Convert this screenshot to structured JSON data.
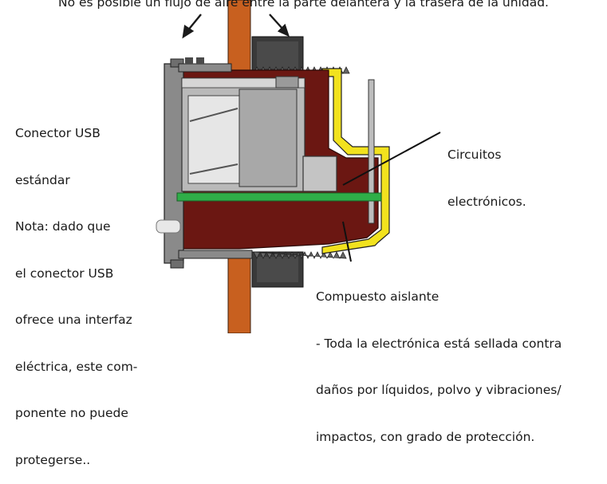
{
  "annotations": {
    "top_note": "No es posible un flujo de aire entre la parte delantera y la trasera de la unidad.",
    "usb_connector": {
      "lines": [
        "Conector USB",
        "estándar",
        "Nota: dado que",
        "el conector USB",
        "ofrece una interfaz",
        "eléctrica, este com-",
        "ponente no puede",
        "protegerse.."
      ]
    },
    "circuits": {
      "lines": [
        "Circuitos",
        "electrónicos."
      ]
    },
    "compound": {
      "lines": [
        "Compuesto aislante",
        "- Toda la electrónica está sellada contra",
        "daños por líquidos, polvo y vibraciones/",
        "impactos, con grado de protección."
      ]
    }
  },
  "colors": {
    "potting": "#6b1712",
    "housing_gray": "#8a8a8a",
    "housing_dark": "#4a4a4a",
    "usb_metal": "#b9b9b9",
    "pcb": "#2fae48",
    "gasket_yellow": "#f2e21e",
    "panel_orange": "#c8601f",
    "nut_dark": "#3a3a3a",
    "arrow": "#1a1a1a"
  }
}
